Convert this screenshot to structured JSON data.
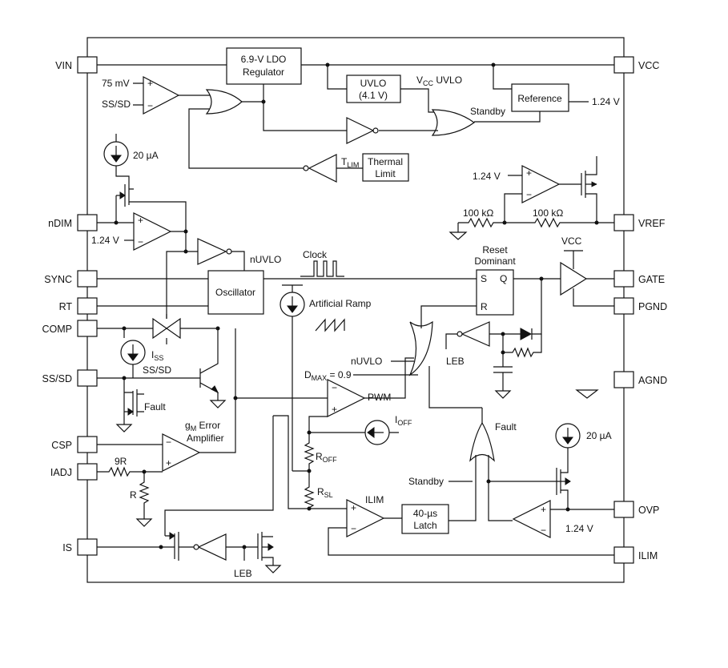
{
  "pins": {
    "left": {
      "vin": "VIN",
      "ndim": "nDIM",
      "sync": "SYNC",
      "rt": "RT",
      "comp": "COMP",
      "ss_sd": "SS/SD",
      "csp": "CSP",
      "iadj": "IADJ",
      "is": "IS"
    },
    "right": {
      "vcc": "VCC",
      "vref": "VREF",
      "gate": "GATE",
      "pgnd": "PGND",
      "agnd": "AGND",
      "ovp": "OVP",
      "ilim": "ILIM"
    }
  },
  "blocks": {
    "ldo_line1": "6.9-V LDO",
    "ldo_line2": "Regulator",
    "uvlo_line1": "UVLO",
    "uvlo_line2": "(4.1 V)",
    "reference": "Reference",
    "thermal_line1": "Thermal",
    "thermal_line2": "Limit",
    "oscillator": "Oscillator",
    "latch_line1": "40-µs",
    "latch_line2": "Latch",
    "sr_s": "S",
    "sr_q": "Q",
    "sr_r": "R"
  },
  "labels": {
    "mv75": "75 mV",
    "ss_sd_in": "SS/SD",
    "vcc_uvlo": "V",
    "vcc_uvlo_sub": "CC",
    "vcc_uvlo_rest": " UVLO",
    "standby_top": "Standby",
    "ref_out": "1.24 V",
    "tlim": "T",
    "tlim_sub": "LIM",
    "ua20_top": "20 µA",
    "v124_vref": "1.24 V",
    "r100k_a": "100 kΩ",
    "r100k_b": "100 kΩ",
    "v124_ndim": "1.24 V",
    "nuvlo_top": "nUVLO",
    "clock": "Clock",
    "reset_line1": "Reset",
    "reset_line2": "Dominant",
    "vcc_gate": "VCC",
    "artificial_ramp": "Artificial Ramp",
    "iss": "I",
    "iss_sub": "SS",
    "ss_sd_mid": "SS/SD",
    "fault_left": "Fault",
    "gm_g": "g",
    "gm_sub": "M",
    "gm_rest": " Error",
    "amplifier": "Amplifier",
    "nuvlo_mid": "nUVLO",
    "leb_right": "LEB",
    "dmax": "D",
    "dmax_sub": "MAX",
    "dmax_rest": " = 0.9",
    "pwm": "PWM",
    "ioff": "I",
    "ioff_sub": "OFF",
    "fault_right": "Fault",
    "roff": "R",
    "roff_sub": "OFF",
    "rsl": "R",
    "rsl_sub": "SL",
    "standby_bottom": "Standby",
    "ua20_bottom": "20 µA",
    "r9": "9R",
    "r": "R",
    "ilim_comp": "ILIM",
    "v124_ovp": "1.24 V",
    "leb_bottom": "LEB"
  }
}
